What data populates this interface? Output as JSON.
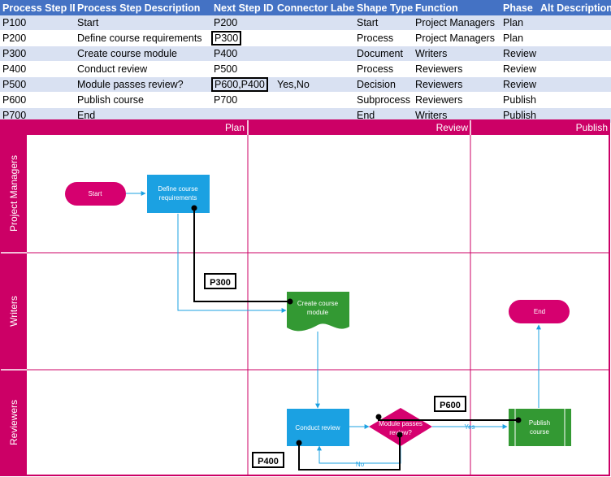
{
  "table": {
    "columns": [
      "Process Step ID",
      "Process Step Description",
      "Next Step ID",
      "Connector Label",
      "Shape Type",
      "Function",
      "Phase",
      "Alt Description"
    ],
    "rows": [
      {
        "id": "P100",
        "desc": "Start",
        "next": "P200",
        "conn": "",
        "shape": "Start",
        "func": "Project Managers",
        "phase": "Plan",
        "alt": ""
      },
      {
        "id": "P200",
        "desc": "Define course requirements",
        "next": "P300",
        "conn": "",
        "shape": "Process",
        "func": "Project Managers",
        "phase": "Plan",
        "alt": ""
      },
      {
        "id": "P300",
        "desc": "Create course module",
        "next": "P400",
        "conn": "",
        "shape": "Document",
        "func": "Writers",
        "phase": "Review",
        "alt": ""
      },
      {
        "id": "P400",
        "desc": "Conduct review",
        "next": "P500",
        "conn": "",
        "shape": "Process",
        "func": "Reviewers",
        "phase": "Review",
        "alt": ""
      },
      {
        "id": "P500",
        "desc": "Module passes review?",
        "next": "P600,P400",
        "conn": "Yes,No",
        "shape": "Decision",
        "func": "Reviewers",
        "phase": "Review",
        "alt": ""
      },
      {
        "id": "P600",
        "desc": "Publish course",
        "next": "P700",
        "conn": "",
        "shape": "Subprocess",
        "func": "Reviewers",
        "phase": "Publish",
        "alt": ""
      },
      {
        "id": "P700",
        "desc": "End",
        "next": "",
        "conn": "",
        "shape": "End",
        "func": "Writers",
        "phase": "Publish",
        "alt": ""
      }
    ]
  },
  "diagram": {
    "phases": [
      "Plan",
      "Review",
      "Publish"
    ],
    "lanes": [
      "Project Managers",
      "Writers",
      "Reviewers"
    ],
    "shapes": {
      "start": "Start",
      "define_line1": "Define course",
      "define_line2": "requirements",
      "create_line1": "Create course",
      "create_line2": "module",
      "conduct": "Conduct review",
      "decision_line1": "Module passes",
      "decision_line2": "review?",
      "publish_line1": "Publish",
      "publish_line2": "course",
      "end": "End"
    },
    "connector_labels": {
      "yes": "Yes",
      "no": "No"
    },
    "callouts": {
      "p300": "P300",
      "p600": "P600",
      "p400": "P400"
    }
  },
  "colors": {
    "header_blue": "#4472c4",
    "band_blue": "#d9e1f2",
    "swimlane_magenta": "#cc0066",
    "process_blue": "#1ba1e2",
    "doc_green": "#339933",
    "terminal_pink": "#d6006f",
    "connector_blue": "#1ba1e2"
  }
}
